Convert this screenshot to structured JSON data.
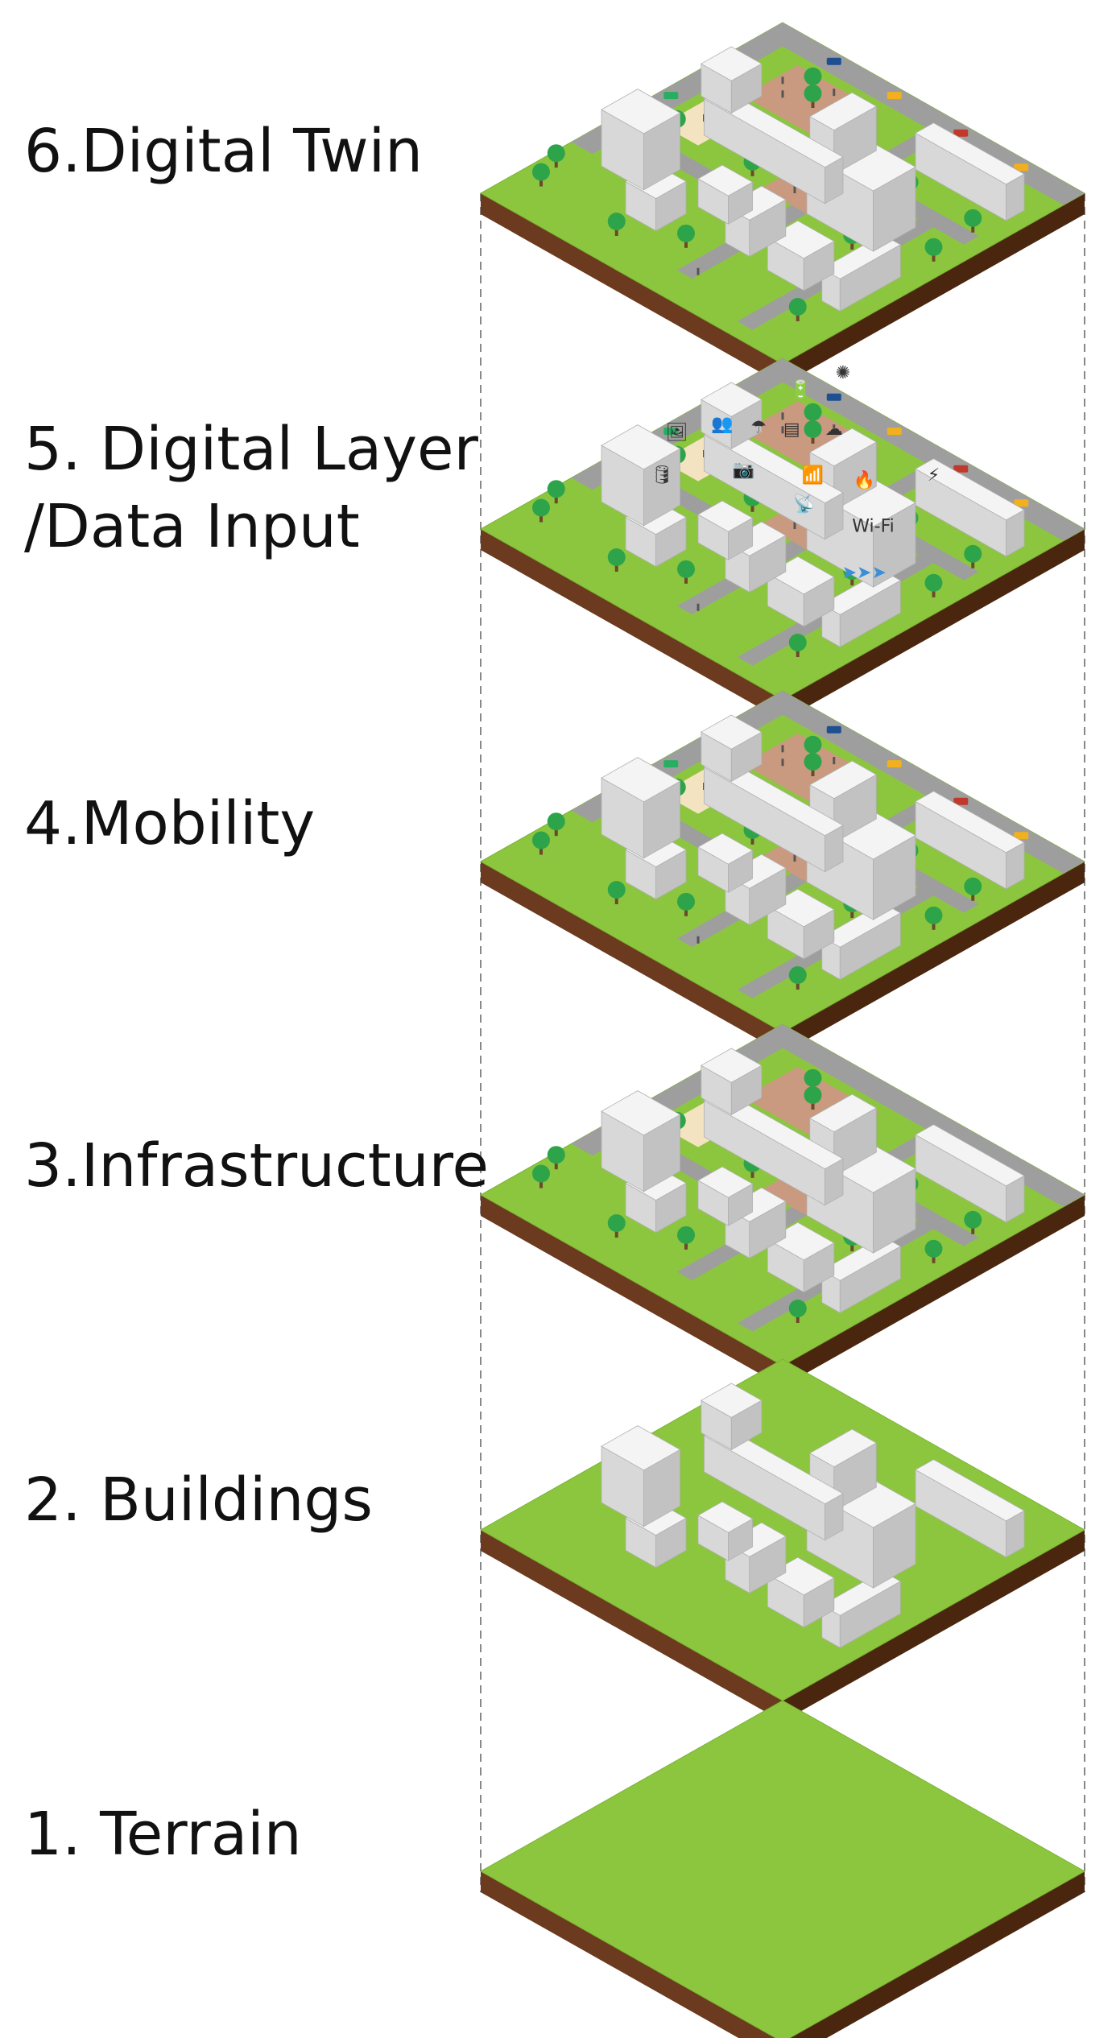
{
  "layers": [
    {
      "id": 6,
      "label": "6.Digital Twin",
      "content": [
        "grass",
        "buildings",
        "trees",
        "roads",
        "plazas",
        "vehicles",
        "people"
      ]
    },
    {
      "id": 5,
      "label": "5. Digital Layer\n/Data Input",
      "content": [
        "grass",
        "buildings",
        "trees",
        "roads",
        "plazas",
        "vehicles",
        "people",
        "data-icons"
      ],
      "icons": [
        "database-icon",
        "image-icon",
        "people-icon",
        "umbrella-icon",
        "camera-icon",
        "document-icon",
        "wireless-signal-icon",
        "cloud-icon",
        "battery-icon",
        "antenna-icon",
        "wifi-icon",
        "fire-icon",
        "lightning-icon",
        "virus-icon",
        "water-flow-arrows"
      ]
    },
    {
      "id": 4,
      "label": "4.Mobility",
      "content": [
        "grass",
        "buildings",
        "trees",
        "roads",
        "plazas",
        "vehicles",
        "people"
      ]
    },
    {
      "id": 3,
      "label": "3.Infrastructure",
      "content": [
        "grass",
        "buildings",
        "trees",
        "roads",
        "plazas"
      ]
    },
    {
      "id": 2,
      "label": "2. Buildings",
      "content": [
        "grass",
        "buildings"
      ]
    },
    {
      "id": 1,
      "label": "1. Terrain",
      "content": [
        "grass"
      ]
    }
  ],
  "colors": {
    "grass": "#8cc63f",
    "soil": "#6b3a1f",
    "soil_dark": "#4a260f",
    "road": "#9e9e9e",
    "building_top": "#f4f4f4",
    "building_left": "#d8d8d8",
    "building_right": "#c2c2c2",
    "plaza": "#c99a80",
    "sand": "#f4e3c1",
    "tree": "#2ea44a",
    "water": "#3a8fd8",
    "icon": "#333333",
    "guide_line": "#888888"
  }
}
